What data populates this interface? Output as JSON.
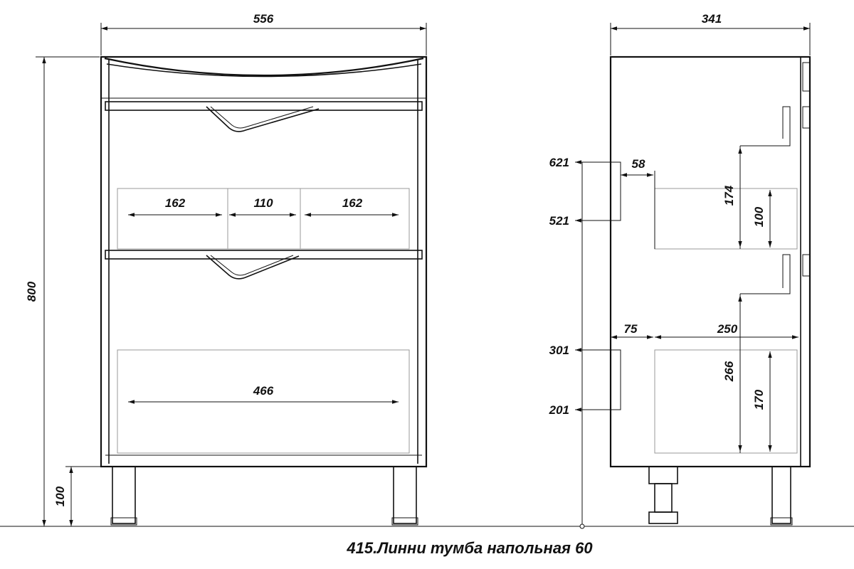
{
  "caption": "415.Линни тумба напольная 60",
  "front": {
    "width": "556",
    "height": "800",
    "leg_height": "100",
    "upper_drawer_sections": [
      "162",
      "110",
      "162"
    ],
    "lower_drawer_width": "466"
  },
  "side": {
    "depth": "341",
    "marks": [
      "621",
      "521",
      "301",
      "201"
    ],
    "offset_upper": "58",
    "upper_outer": "174",
    "upper_inner": "100",
    "offset_lower": "75",
    "lower_depth": "250",
    "lower_outer": "266",
    "lower_inner": "170"
  }
}
